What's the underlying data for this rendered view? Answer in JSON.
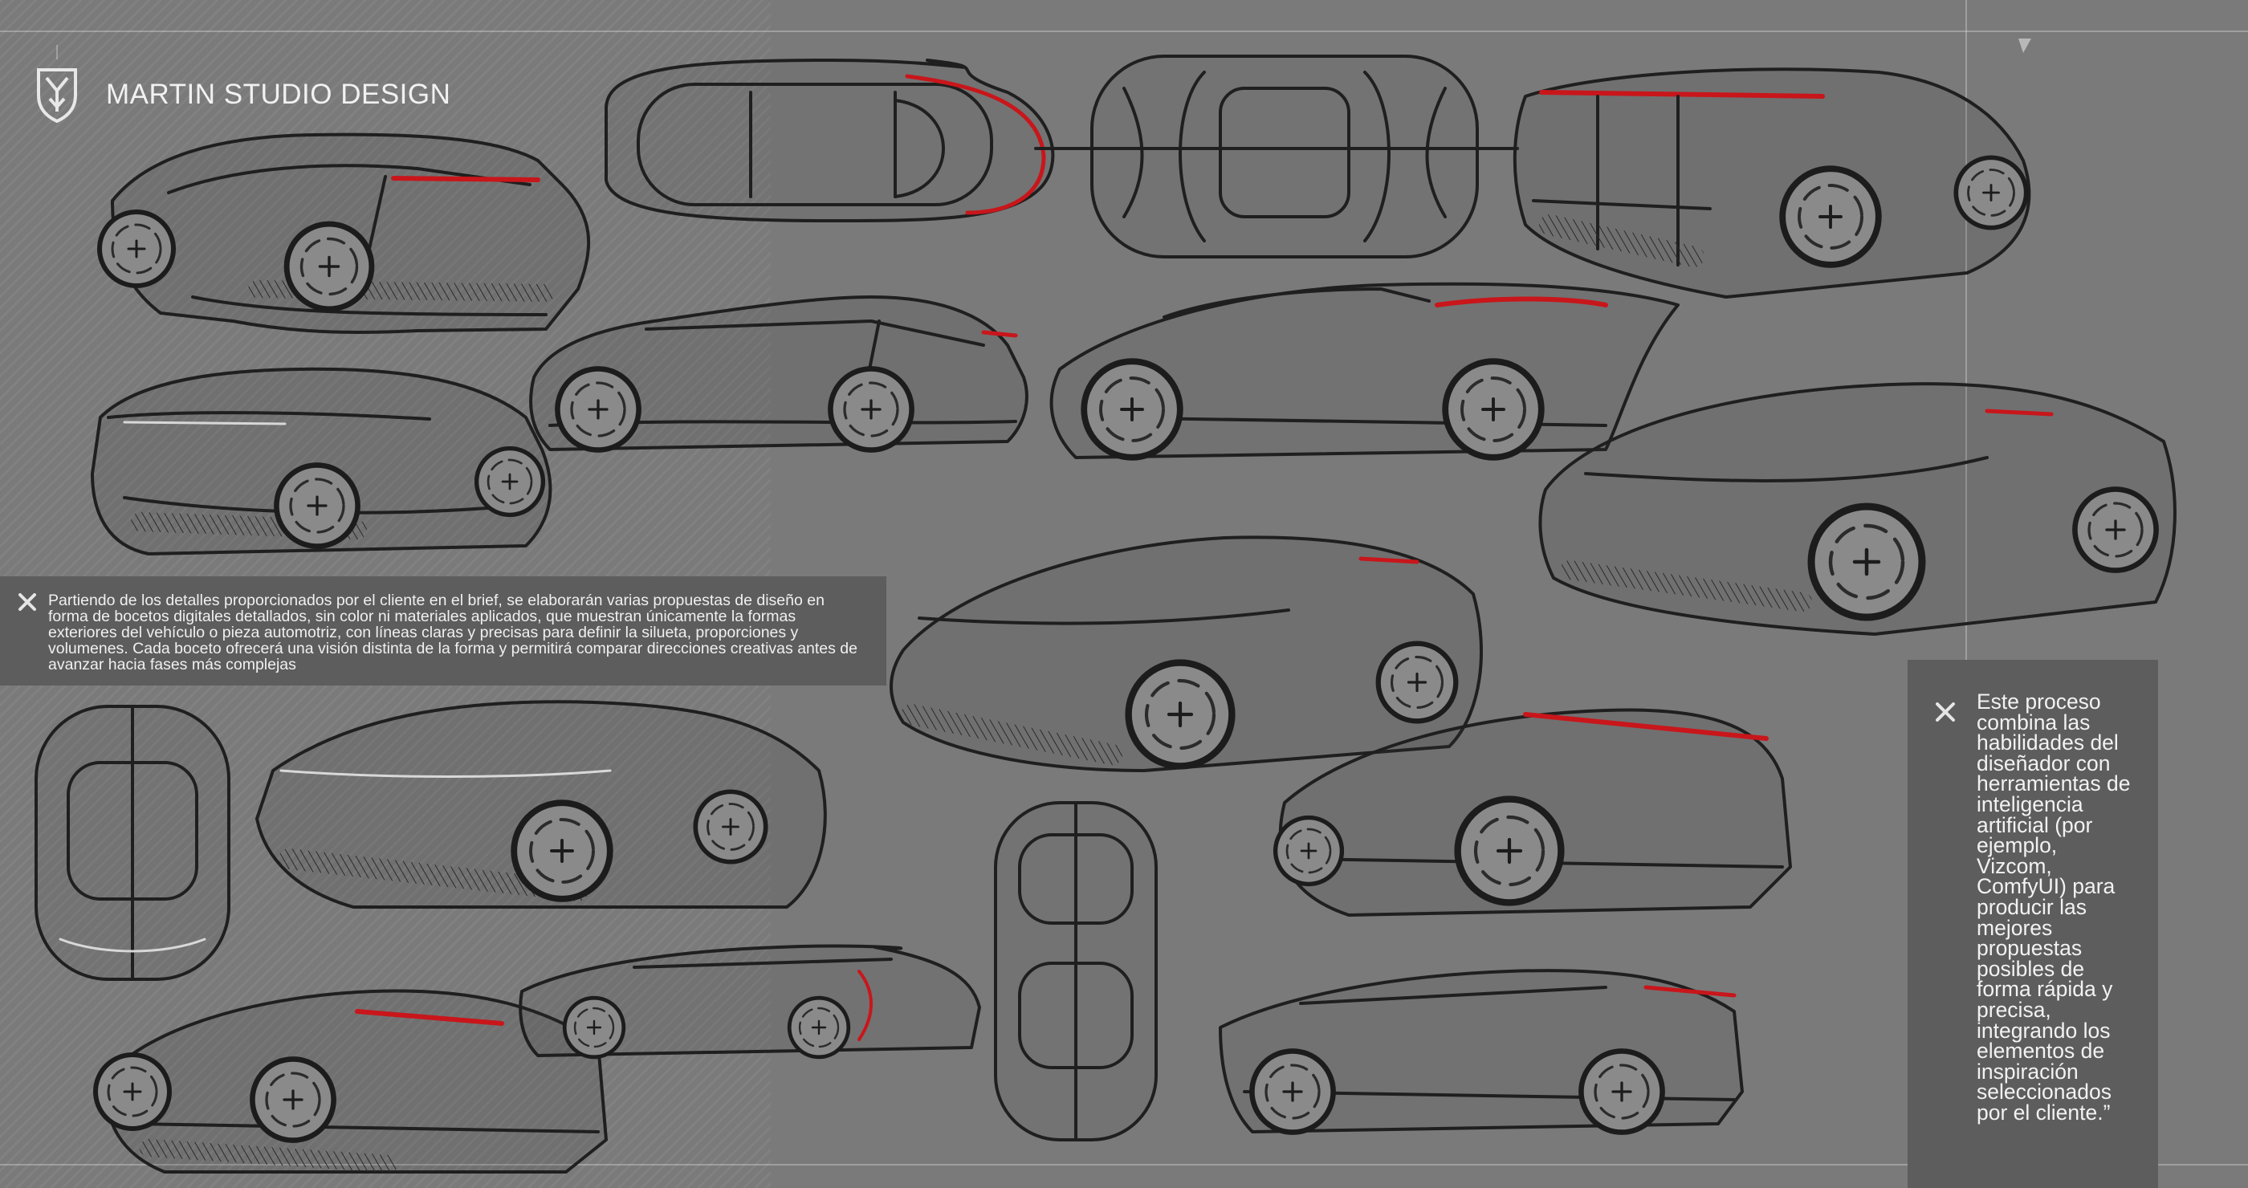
{
  "brand": {
    "title": "MARTIN STUDIO DESIGN",
    "logo_icon": "shield-crest-logo"
  },
  "panels": {
    "left": {
      "close_icon": "close-icon",
      "text": "Partiendo de los detalles proporcionados por el cliente en el brief, se elaborarán varias propuestas de diseño en forma de bocetos digitales detallados, sin color ni materiales aplicados, que muestran únicamente la formas exteriores del vehículo o pieza automotriz, con líneas claras y precisas para definir la silueta, proporciones y volumenes. Cada boceto ofrecerá una visión distinta de la forma y permitirá comparar direcciones creativas antes de avanzar hacia fases más complejas"
    },
    "right": {
      "close_icon": "close-icon",
      "text": "Este proceso combina las habilidades del diseñador con herramientas de inteligencia artificial (por ejemplo, Vizcom, ComfyUI) para producir las mejores propuestas posibles de forma rápida y precisa, integrando los elementos de inspiración seleccionados por el cliente.”"
    }
  },
  "colors": {
    "background": "#7a7a7a",
    "panel": "#5d5d5d",
    "sketch_line": "#1f1f1f",
    "accent_red": "#c8161b"
  }
}
